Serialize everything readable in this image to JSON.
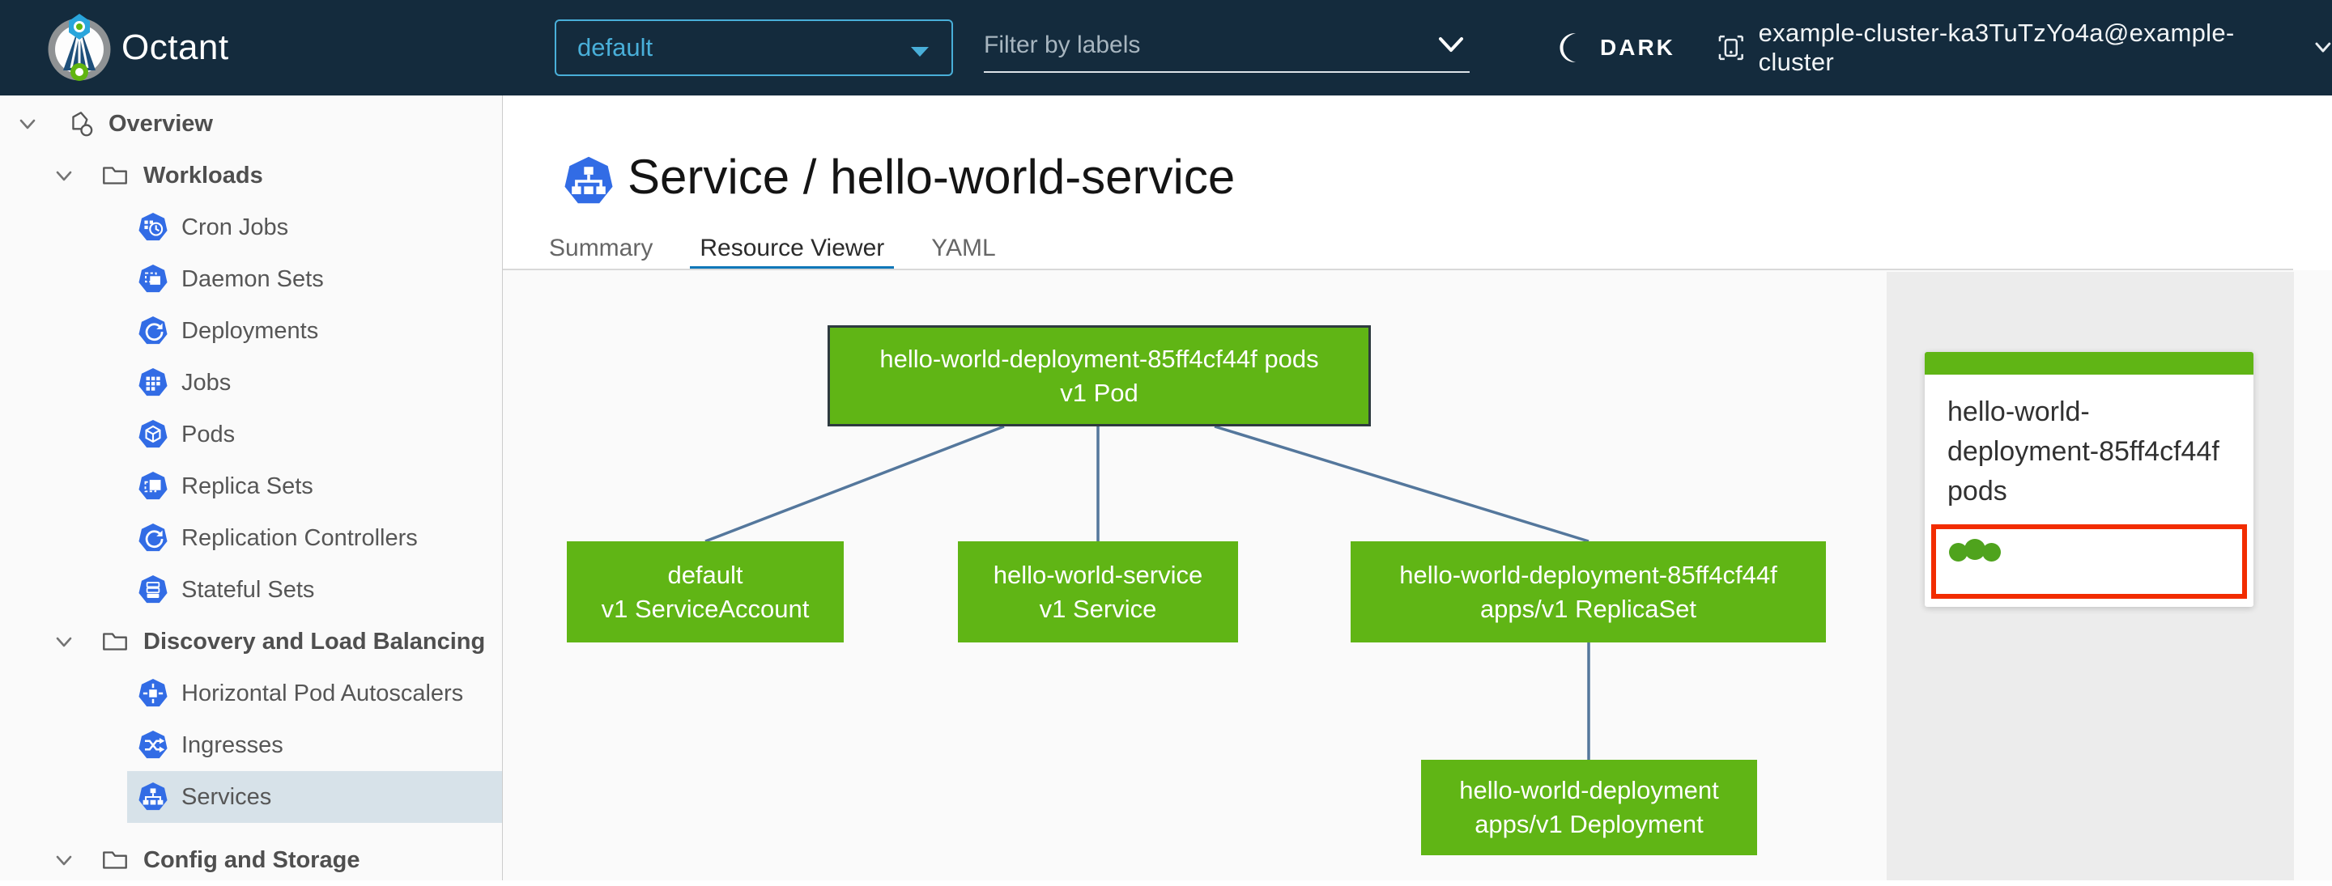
{
  "header": {
    "app_name": "Octant",
    "namespace_selector": {
      "value": "default"
    },
    "label_filter": {
      "placeholder": "Filter by labels"
    },
    "theme_toggle_label": "DARK",
    "cluster_context": "example-cluster-ka3TuTzYo4a@example-cluster"
  },
  "sidebar": {
    "items": [
      {
        "label": "Overview",
        "icon": "overview-icon",
        "level": 0,
        "group": true,
        "expandable": true
      },
      {
        "label": "Workloads",
        "icon": "folder-icon",
        "level": 1,
        "group": true,
        "expandable": true
      },
      {
        "label": "Cron Jobs",
        "icon": "cron-jobs-icon",
        "level": 2
      },
      {
        "label": "Daemon Sets",
        "icon": "daemon-sets-icon",
        "level": 2
      },
      {
        "label": "Deployments",
        "icon": "deployments-icon",
        "level": 2
      },
      {
        "label": "Jobs",
        "icon": "jobs-icon",
        "level": 2
      },
      {
        "label": "Pods",
        "icon": "pods-icon",
        "level": 2
      },
      {
        "label": "Replica Sets",
        "icon": "replica-sets-icon",
        "level": 2
      },
      {
        "label": "Replication Controllers",
        "icon": "replication-controllers-icon",
        "level": 2
      },
      {
        "label": "Stateful Sets",
        "icon": "stateful-sets-icon",
        "level": 2
      },
      {
        "label": "Discovery and Load Balancing",
        "icon": "folder-icon",
        "level": 1,
        "group": true,
        "expandable": true
      },
      {
        "label": "Horizontal Pod Autoscalers",
        "icon": "horizontal-pod-autoscalers-icon",
        "level": 2
      },
      {
        "label": "Ingresses",
        "icon": "ingresses-icon",
        "level": 2
      },
      {
        "label": "Services",
        "icon": "services-icon",
        "level": 2,
        "selected": true
      },
      {
        "label": "Config and Storage",
        "icon": "folder-icon",
        "level": 1,
        "group": true,
        "expandable": true,
        "extra_gap": true
      }
    ]
  },
  "main": {
    "page_title": "Service / hello-world-service",
    "tabs": [
      {
        "label": "Summary",
        "active": false
      },
      {
        "label": "Resource Viewer",
        "active": true
      },
      {
        "label": "YAML",
        "active": false
      }
    ]
  },
  "graph": {
    "nodes": [
      {
        "id": "pod",
        "name": "hello-world-deployment-85ff4cf44f pods",
        "kind": "v1 Pod",
        "highlighted": true
      },
      {
        "id": "serviceaccount",
        "name": "default",
        "kind": "v1 ServiceAccount",
        "highlighted": false
      },
      {
        "id": "service",
        "name": "hello-world-service",
        "kind": "v1 Service",
        "highlighted": false
      },
      {
        "id": "replicaset",
        "name": "hello-world-deployment-85ff4cf44f",
        "kind": "apps/v1 ReplicaSet",
        "highlighted": false
      },
      {
        "id": "deployment",
        "name": "hello-world-deployment",
        "kind": "apps/v1 Deployment",
        "highlighted": false
      }
    ],
    "edges": [
      [
        "pod",
        "serviceaccount"
      ],
      [
        "pod",
        "service"
      ],
      [
        "pod",
        "replicaset"
      ],
      [
        "replicaset",
        "deployment"
      ]
    ]
  },
  "side_panel": {
    "title": "hello-world-deployment-85ff4cf44f pods",
    "pod_status": {
      "ok_count": 3
    }
  },
  "colors": {
    "header_bg": "#142b3d",
    "accent_blue": "#49afd9",
    "k8s_blue": "#326ce5",
    "node_green": "#60b515",
    "status_green": "#4fa31d",
    "selection_red": "#f22c00",
    "tab_blue": "#1077b8",
    "edge": "#54779c",
    "selected_row": "#d7e2e9"
  }
}
